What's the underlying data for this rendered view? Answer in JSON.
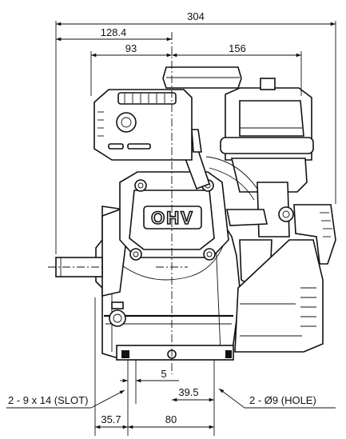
{
  "drawing": {
    "dimensions": {
      "overall_width": "304",
      "left_to_shaft_center": "128.4",
      "left_offset": "93",
      "right_offset": "156",
      "slot_spacing": "5",
      "hole_offset": "39.5",
      "base_left": "35.7",
      "base_width": "80"
    },
    "callouts": {
      "slot": "2 - 9 x 14 (SLOT)",
      "hole": "2 - Ø9 (HOLE)"
    },
    "embossing": "OHV"
  }
}
